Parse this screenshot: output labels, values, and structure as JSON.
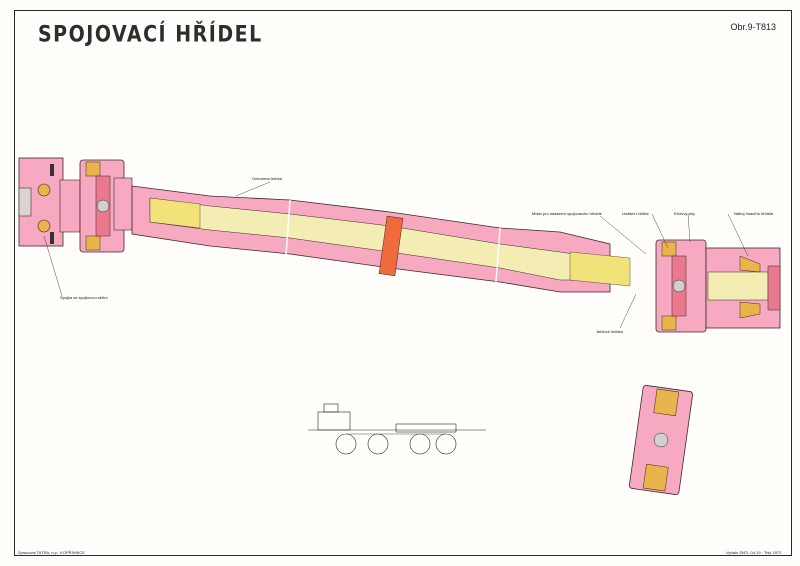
{
  "title": "SPOJOVACÍ HŘÍDEL",
  "figure_ref": "Obr.9-T813",
  "labels": {
    "lubricating_channel": "Ochranná trubka",
    "flange_joint": "Spojka se spojkovou skříní",
    "shaft_mount": "Místo pro nasazení spojovacího hřídele",
    "joint_fork": "Unášecí vidlice",
    "cross_pin": "Křížový čep",
    "output_flange": "Náboj hnacího hřídele",
    "needle_bearing": "Jehlové ložisko"
  },
  "footer": {
    "left": "Zpracoval TATRA, n.p., KOPŘIVNICE",
    "right": "Vydalo SNTL 04-19 · Tisk 1972"
  },
  "colors": {
    "housing": "#f6a9c0",
    "housing_dark": "#e9798f",
    "shaft": "#f3edb4",
    "splines": "#f1e27a",
    "sleeve_weld": "#ef6a3c",
    "bearing": "#e9b44a",
    "outline": "#3a2a2a"
  }
}
